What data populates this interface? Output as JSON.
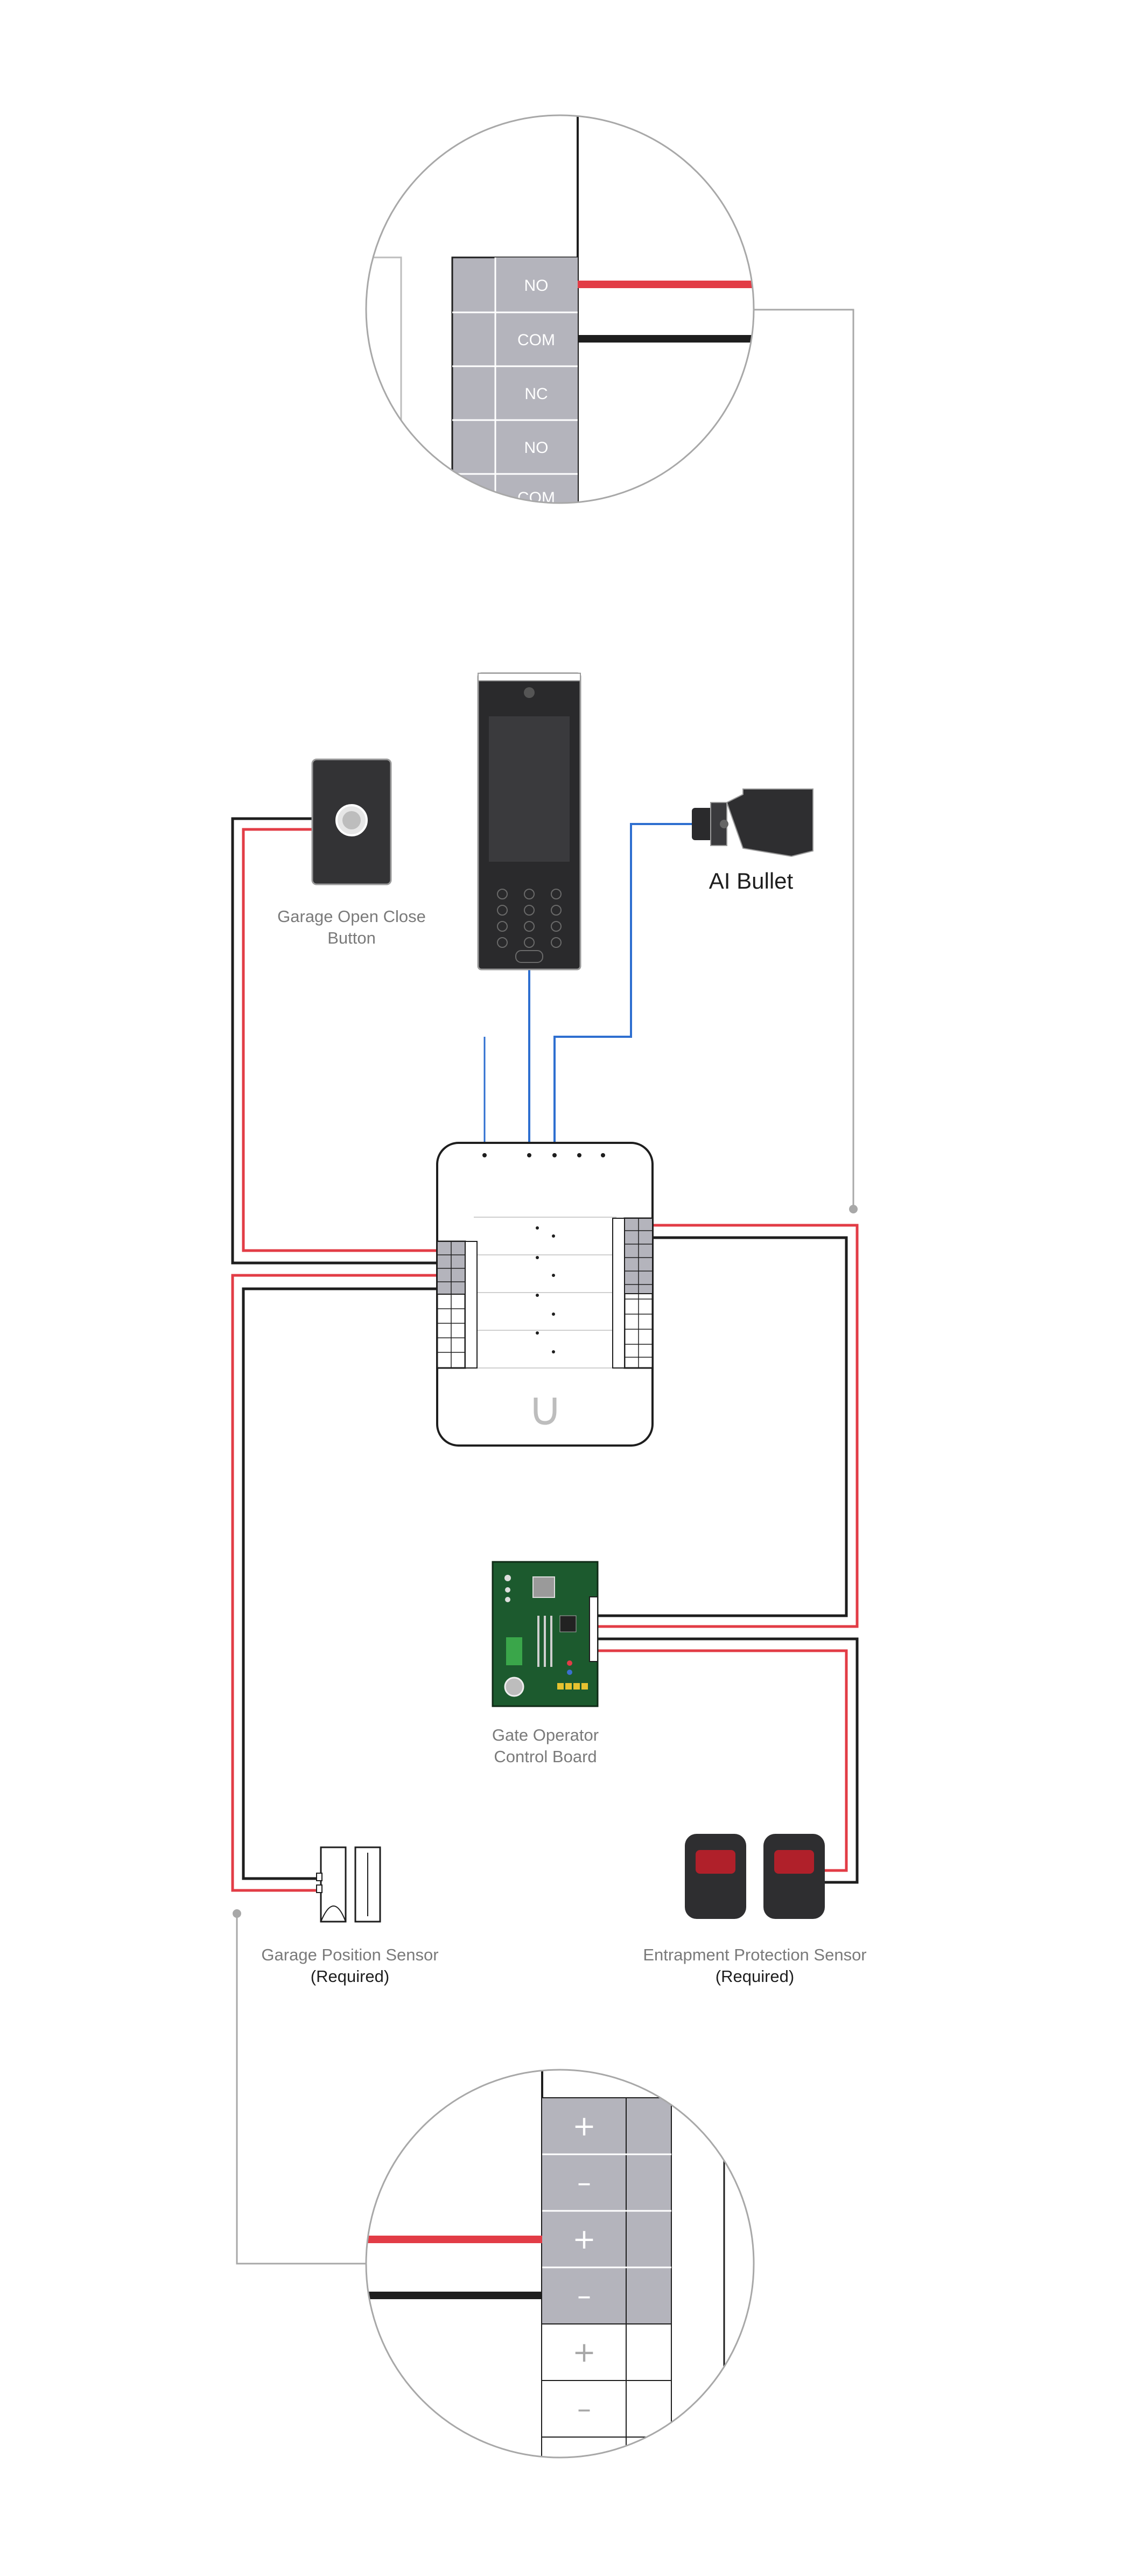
{
  "top_zoom": {
    "terminals": [
      "NO",
      "COM",
      "NC",
      "NO",
      "COM"
    ]
  },
  "devices": {
    "open_close_button": {
      "line1": "Garage Open Close",
      "line2": "Button"
    },
    "camera": {
      "name": "AI Bullet"
    },
    "gate_board": {
      "line1": "Gate Operator",
      "line2": "Control Board"
    },
    "position_sensor": {
      "name": "Garage Position Sensor",
      "note": "(Required)"
    },
    "entrapment_sensor": {
      "name": "Entrapment Protection Sensor",
      "note": "(Required)"
    }
  },
  "bottom_zoom": {
    "terminals": [
      "+",
      "–",
      "+",
      "–",
      "+",
      "–"
    ]
  },
  "colors": {
    "red_wire": "#e23c46",
    "black_wire": "#1e1e1e",
    "blue_wire": "#2e6fd0",
    "gray_leader": "#a8a8a8",
    "terminal_gray": "#b4b4bc",
    "board_green": "#1c5a2e"
  },
  "icons": {
    "hub_logo": "ubiquiti-u-logo",
    "button": "push-button-icon",
    "camera": "bullet-camera-icon",
    "intercom": "intercom-keypad-icon"
  }
}
